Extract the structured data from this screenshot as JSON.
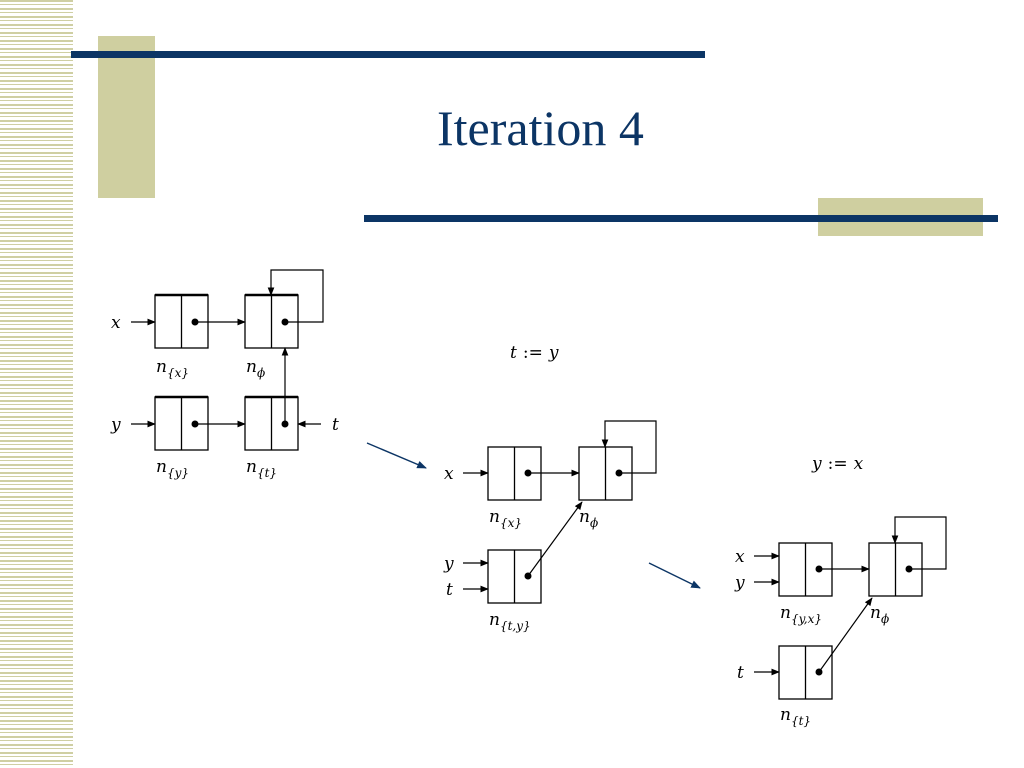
{
  "slide": {
    "title": "Iteration 4",
    "colors": {
      "accent": "#0c3565",
      "tan": "#cfcfa0",
      "stripe": "#cfcfa3"
    }
  },
  "diagram": {
    "state1": {
      "var_x": "x",
      "var_y": "y",
      "var_t": "t",
      "node_x": {
        "base": "n",
        "sub": "{x}"
      },
      "node_phi": {
        "base": "n",
        "sub": "ϕ"
      },
      "node_y": {
        "base": "n",
        "sub": "{y}"
      },
      "node_t": {
        "base": "n",
        "sub": "{t}"
      }
    },
    "op1": {
      "lhs": "t",
      "sym": ":=",
      "rhs": "y"
    },
    "state2": {
      "var_x": "x",
      "var_y": "y",
      "var_t": "t",
      "node_x": {
        "base": "n",
        "sub": "{x}"
      },
      "node_phi": {
        "base": "n",
        "sub": "ϕ"
      },
      "node_ty": {
        "base": "n",
        "sub": "{t,y}"
      }
    },
    "op2": {
      "lhs": "y",
      "sym": ":=",
      "rhs": "x"
    },
    "state3": {
      "var_x": "x",
      "var_y": "y",
      "var_t": "t",
      "node_yx": {
        "base": "n",
        "sub": "{y,x}"
      },
      "node_phi": {
        "base": "n",
        "sub": "ϕ"
      },
      "node_t": {
        "base": "n",
        "sub": "{t}"
      }
    }
  }
}
